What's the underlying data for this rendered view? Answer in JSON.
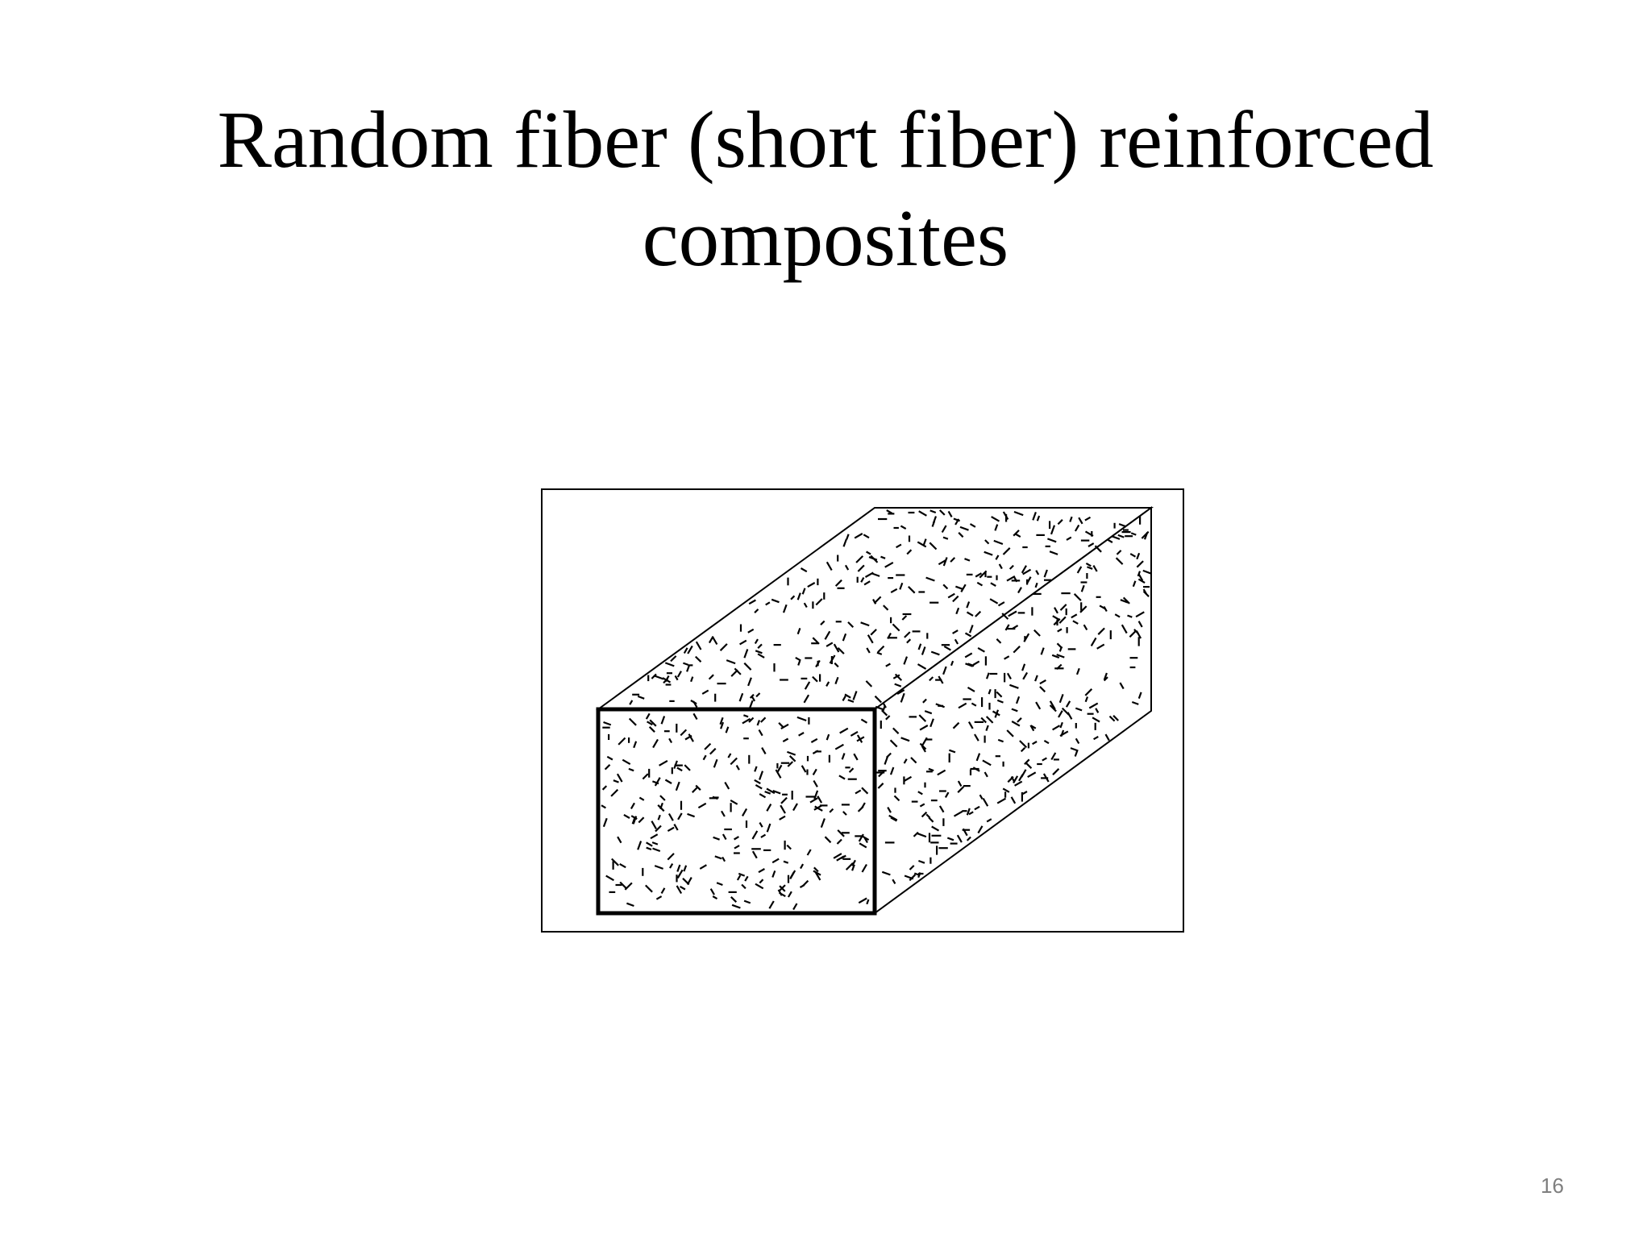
{
  "slide": {
    "title_lines": [
      "Random fiber (short fiber) reinforced",
      "composites"
    ],
    "page_number": "16"
  },
  "figure": {
    "icon": "short-fiber-composite-block-icon",
    "stroke_color": "#000000",
    "background_color": "#ffffff"
  }
}
